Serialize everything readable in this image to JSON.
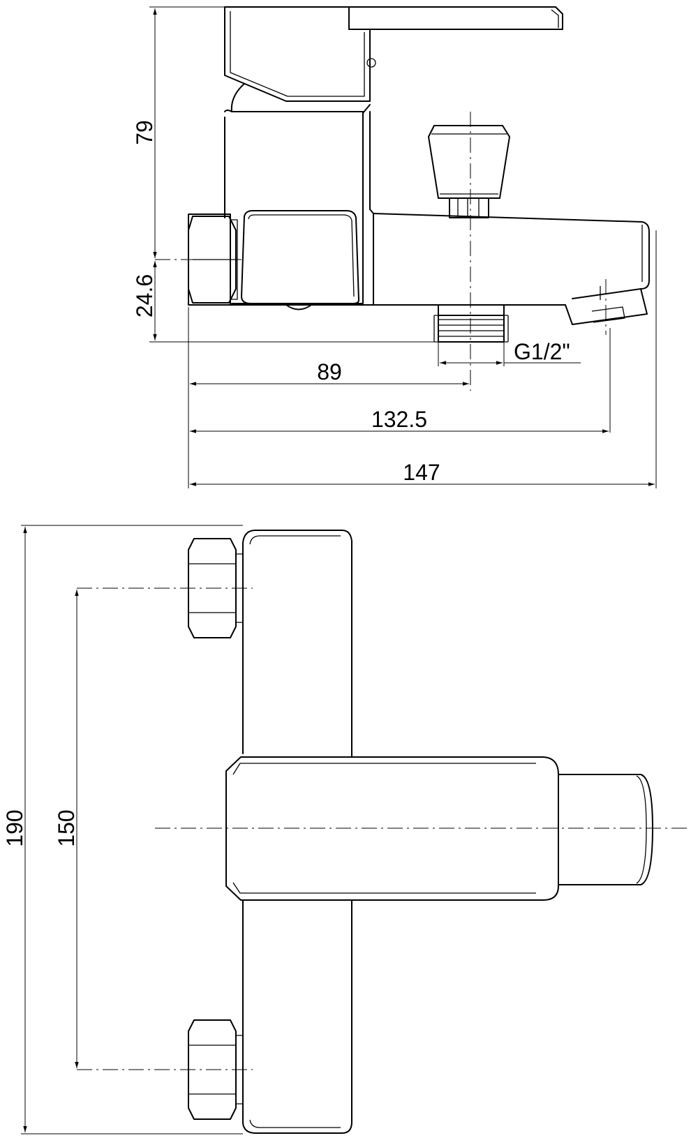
{
  "side_view": {
    "dim_height_total": "79",
    "dim_height_lower": "24.6",
    "dim_outlet_offset": "89",
    "dim_spout_offset": "132.5",
    "dim_length_total": "147",
    "thread_label": "G1/2\""
  },
  "top_view": {
    "dim_depth_total": "190",
    "dim_inlet_spacing": "150"
  }
}
